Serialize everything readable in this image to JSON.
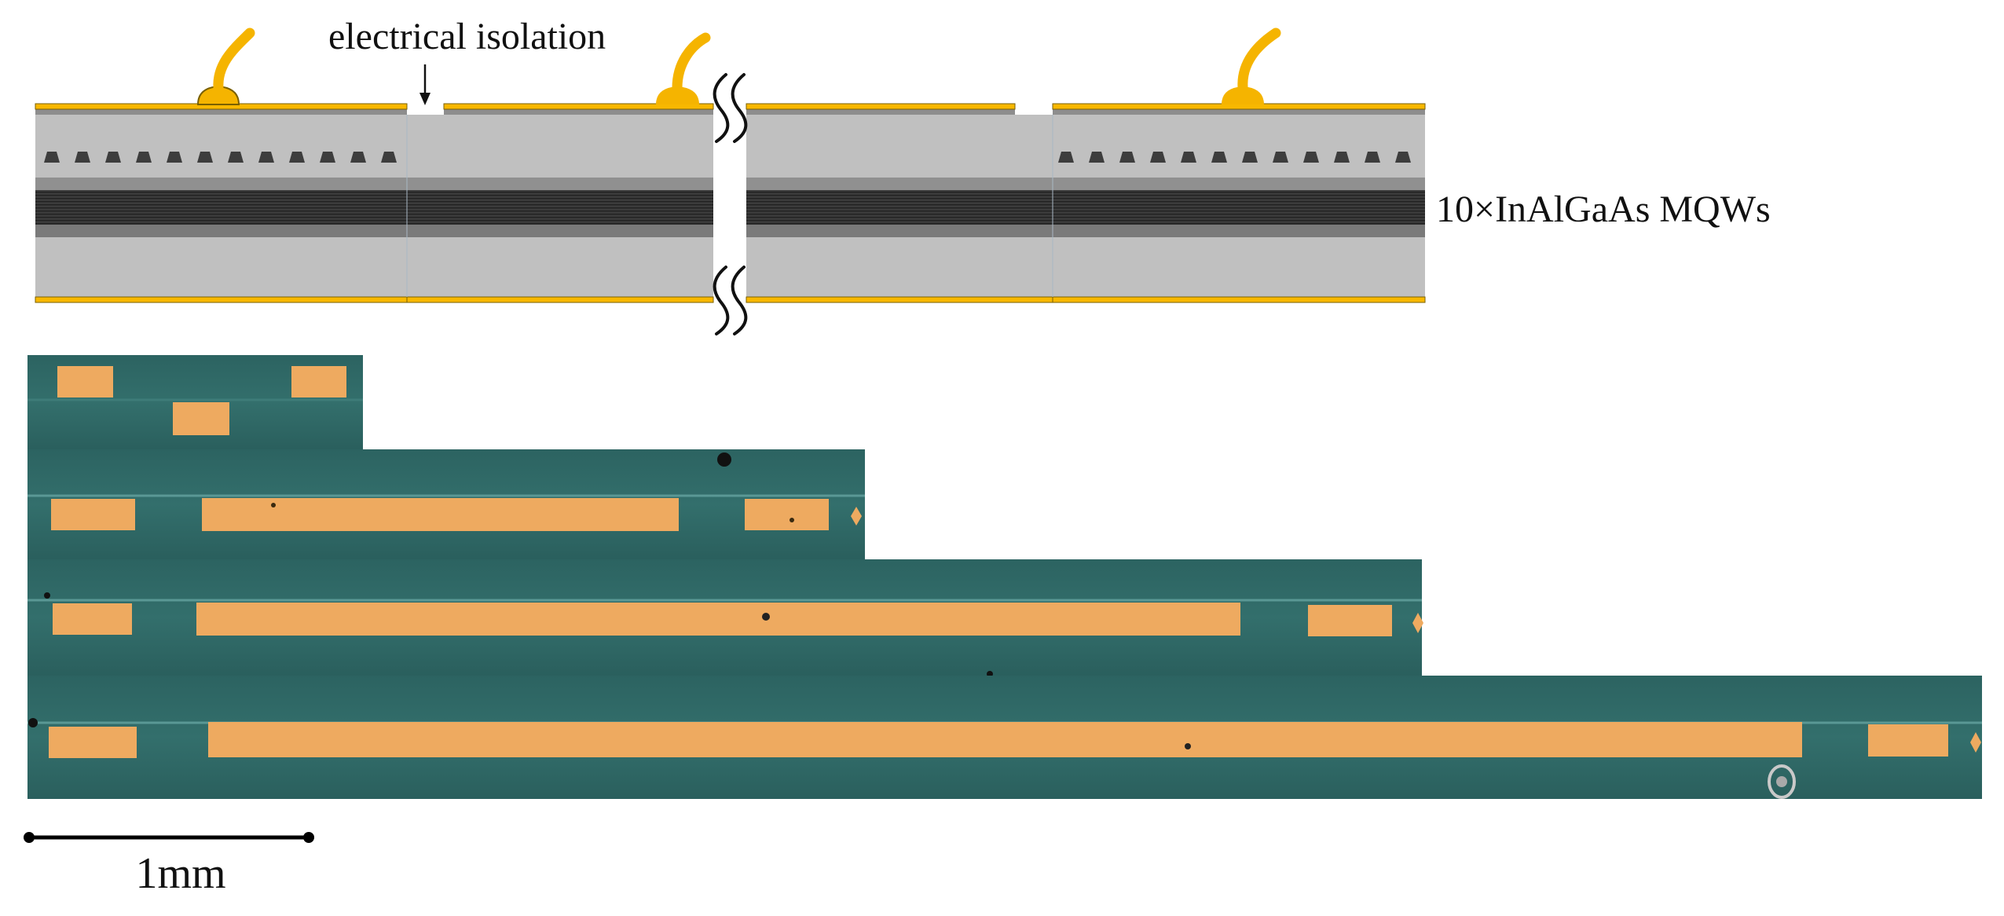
{
  "labels": {
    "isolation": "electrical isolation",
    "mqw": "10×InAlGaAs MQWs",
    "scale_bar": "1mm"
  },
  "colors": {
    "gold": "#f8b800",
    "wire": "#f5b400",
    "layer_light": "#c0c0c0",
    "layer_dark": "#3a3a3a",
    "micro_bg": "#2f6866",
    "micro_pad": "#eeaa60"
  },
  "icons": [
    "bond-wire-icon",
    "arrow-down-icon",
    "wavy-break-icon",
    "grating-tooth-icon"
  ]
}
